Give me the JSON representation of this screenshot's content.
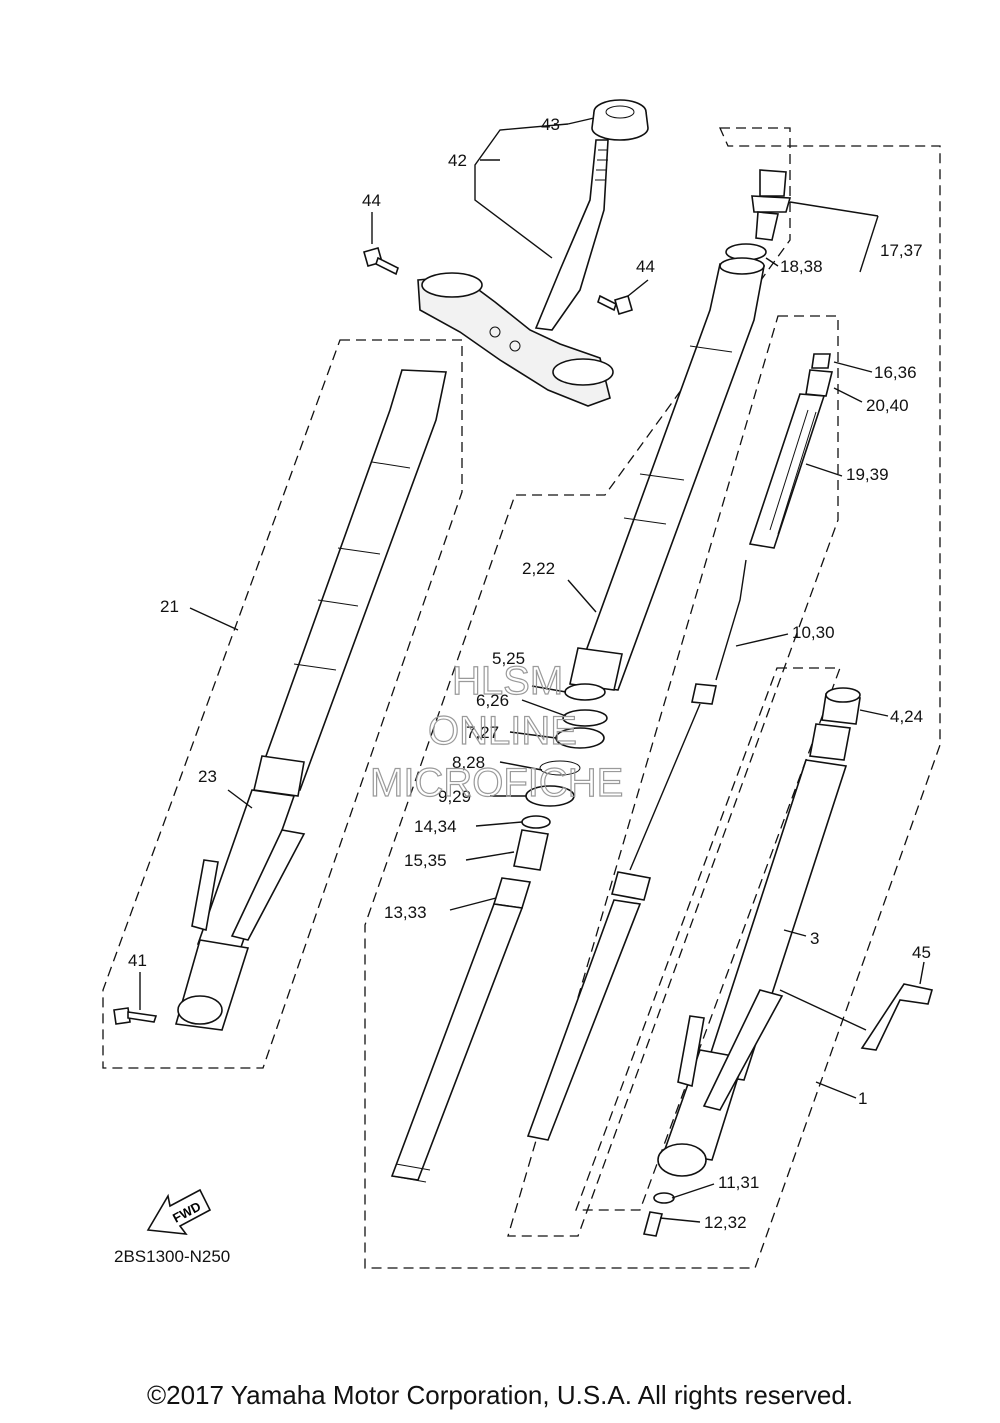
{
  "labels": {
    "l43": "43",
    "l42": "42",
    "l44a": "44",
    "l44b": "44",
    "l17_37": "17,37",
    "l18_38": "18,38",
    "l16_36": "16,36",
    "l20_40": "20,40",
    "l19_39": "19,39",
    "l2_22": "2,22",
    "l10_30": "10,30",
    "l21": "21",
    "l5_25": "5,25",
    "l6_26": "6,26",
    "l7_27": "7,27",
    "l8_28": "8,28",
    "l9_29": "9,29",
    "l4_24": "4,24",
    "l23": "23",
    "l14_34": "14,34",
    "l15_35": "15,35",
    "l13_33": "13,33",
    "l3": "3",
    "l41": "41",
    "l45": "45",
    "l1": "1",
    "l11_31": "11,31",
    "l12_32": "12,32"
  },
  "fwd_label": "FWD",
  "diagram_code": "2BS1300-N250",
  "watermark": {
    "line1": "HLSM",
    "line2": "ONLINE",
    "line3": "MICROFICHE"
  },
  "copyright": "©2017 Yamaha Motor Corporation, U.S.A. All rights reserved."
}
